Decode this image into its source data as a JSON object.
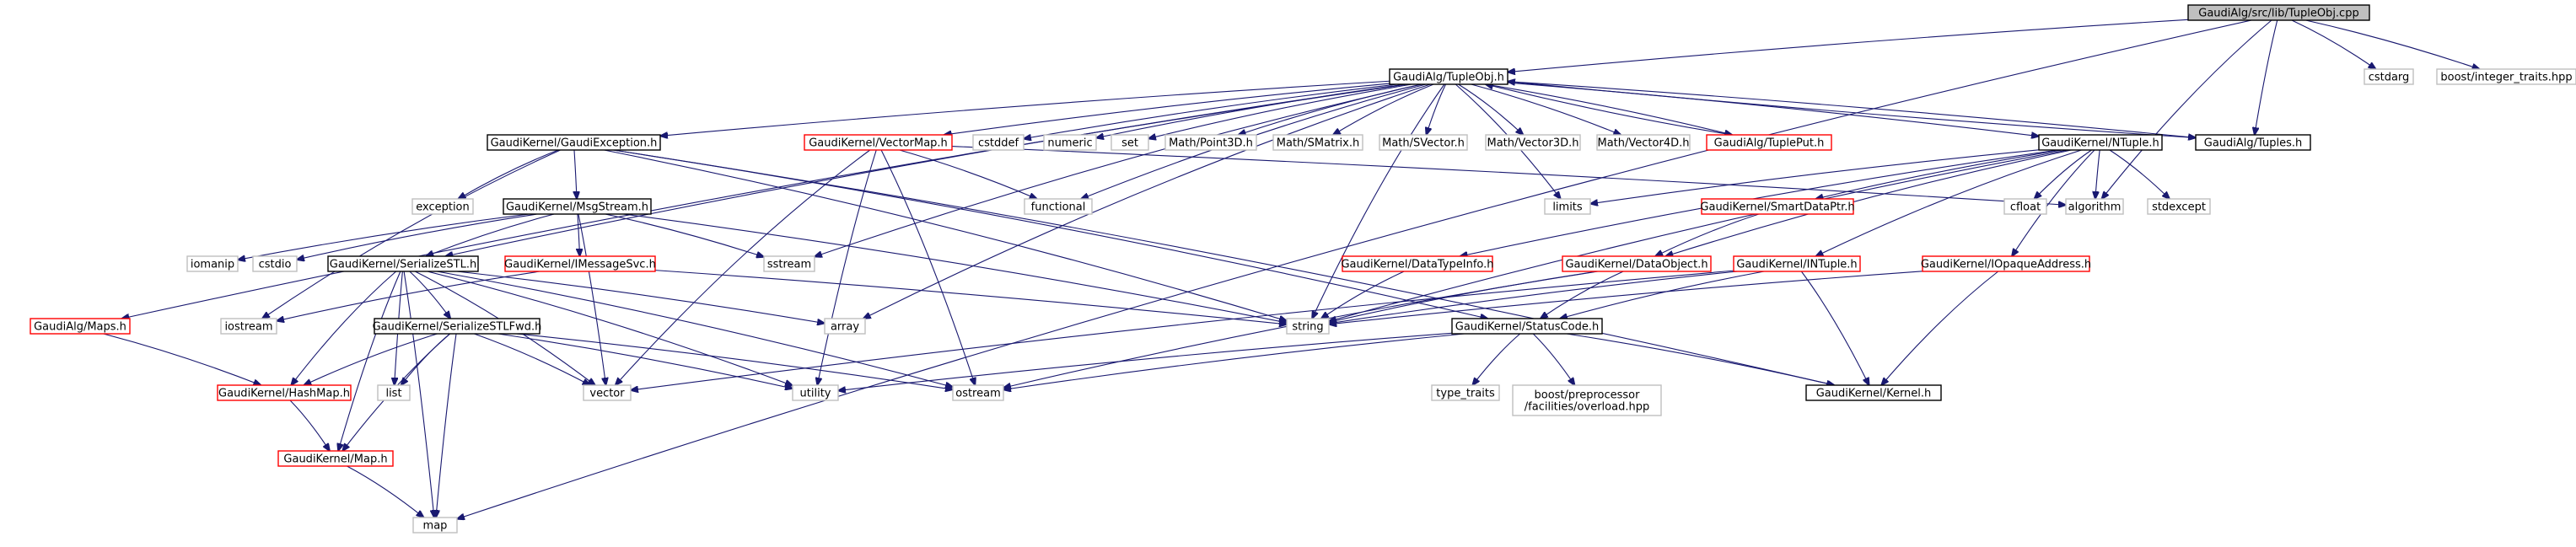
{
  "colors": {
    "root_fill": "#bfbfbf",
    "root_stroke": "#000000",
    "doc_stroke": "#000000",
    "undoc_stroke": "#ff0000",
    "system_stroke": "#bfbfbf",
    "edge": "#191970"
  },
  "nodes": [
    {
      "id": "root",
      "label": "GaudiAlg/src/lib/TupleObj.cpp",
      "kind": "root"
    },
    {
      "id": "tupleobj",
      "label": "GaudiAlg/TupleObj.h",
      "kind": "doc"
    },
    {
      "id": "cstdarg",
      "label": "cstdarg",
      "kind": "system"
    },
    {
      "id": "inttraits",
      "label": "boost/integer_traits.hpp",
      "kind": "system"
    },
    {
      "id": "gexc",
      "label": "GaudiKernel/GaudiException.h",
      "kind": "doc"
    },
    {
      "id": "vmap",
      "label": "GaudiKernel/VectorMap.h",
      "kind": "undoc"
    },
    {
      "id": "cstddef",
      "label": "cstddef",
      "kind": "system"
    },
    {
      "id": "numeric",
      "label": "numeric",
      "kind": "system"
    },
    {
      "id": "set",
      "label": "set",
      "kind": "system"
    },
    {
      "id": "p3d",
      "label": "Math/Point3D.h",
      "kind": "system"
    },
    {
      "id": "smat",
      "label": "Math/SMatrix.h",
      "kind": "system"
    },
    {
      "id": "svec",
      "label": "Math/SVector.h",
      "kind": "system"
    },
    {
      "id": "v3d",
      "label": "Math/Vector3D.h",
      "kind": "system"
    },
    {
      "id": "v4d",
      "label": "Math/Vector4D.h",
      "kind": "system"
    },
    {
      "id": "tput",
      "label": "GaudiAlg/TuplePut.h",
      "kind": "undoc"
    },
    {
      "id": "ntuple",
      "label": "GaudiKernel/NTuple.h",
      "kind": "doc"
    },
    {
      "id": "tuples",
      "label": "GaudiAlg/Tuples.h",
      "kind": "doc"
    },
    {
      "id": "exception",
      "label": "exception",
      "kind": "system"
    },
    {
      "id": "msgstream",
      "label": "GaudiKernel/MsgStream.h",
      "kind": "doc"
    },
    {
      "id": "functional",
      "label": "functional",
      "kind": "system"
    },
    {
      "id": "limits",
      "label": "limits",
      "kind": "system"
    },
    {
      "id": "sdp",
      "label": "GaudiKernel/SmartDataPtr.h",
      "kind": "undoc"
    },
    {
      "id": "cfloat",
      "label": "cfloat",
      "kind": "system"
    },
    {
      "id": "algorithm",
      "label": "algorithm",
      "kind": "system"
    },
    {
      "id": "stdexcept",
      "label": "stdexcept",
      "kind": "system"
    },
    {
      "id": "iomanip",
      "label": "iomanip",
      "kind": "system"
    },
    {
      "id": "cstdio",
      "label": "cstdio",
      "kind": "system"
    },
    {
      "id": "sstream",
      "label": "sstream",
      "kind": "system"
    },
    {
      "id": "serstl",
      "label": "GaudiKernel/SerializeSTL.h",
      "kind": "doc"
    },
    {
      "id": "imsg",
      "label": "GaudiKernel/IMessageSvc.h",
      "kind": "undoc"
    },
    {
      "id": "dti",
      "label": "GaudiKernel/DataTypeInfo.h",
      "kind": "undoc"
    },
    {
      "id": "dobj",
      "label": "GaudiKernel/DataObject.h",
      "kind": "undoc"
    },
    {
      "id": "intuple",
      "label": "GaudiKernel/INTuple.h",
      "kind": "undoc"
    },
    {
      "id": "iopaque",
      "label": "GaudiKernel/IOpaqueAddress.h",
      "kind": "undoc"
    },
    {
      "id": "maps",
      "label": "GaudiAlg/Maps.h",
      "kind": "undoc"
    },
    {
      "id": "iostream",
      "label": "iostream",
      "kind": "system"
    },
    {
      "id": "array",
      "label": "array",
      "kind": "system"
    },
    {
      "id": "string",
      "label": "string",
      "kind": "system"
    },
    {
      "id": "serfwd",
      "label": "GaudiKernel/SerializeSTLFwd.h",
      "kind": "doc"
    },
    {
      "id": "statuscode",
      "label": "GaudiKernel/StatusCode.h",
      "kind": "doc"
    },
    {
      "id": "hashmap",
      "label": "GaudiKernel/HashMap.h",
      "kind": "undoc"
    },
    {
      "id": "list",
      "label": "list",
      "kind": "system"
    },
    {
      "id": "vector",
      "label": "vector",
      "kind": "system"
    },
    {
      "id": "utility",
      "label": "utility",
      "kind": "system"
    },
    {
      "id": "ostream",
      "label": "ostream",
      "kind": "system"
    },
    {
      "id": "typetraits",
      "label": "type_traits",
      "kind": "system"
    },
    {
      "id": "overload",
      "label": "boost/preprocessor\n/facilities/overload.hpp",
      "kind": "system"
    },
    {
      "id": "kernel",
      "label": "GaudiKernel/Kernel.h",
      "kind": "doc"
    },
    {
      "id": "gkmap",
      "label": "GaudiKernel/Map.h",
      "kind": "undoc"
    },
    {
      "id": "map",
      "label": "map",
      "kind": "system"
    }
  ],
  "edges": [
    [
      "root",
      "tupleobj"
    ],
    [
      "root",
      "cstdarg"
    ],
    [
      "root",
      "inttraits"
    ],
    [
      "root",
      "tuples"
    ],
    [
      "root",
      "algorithm"
    ],
    [
      "root",
      "map"
    ],
    [
      "tupleobj",
      "gexc"
    ],
    [
      "tupleobj",
      "vmap"
    ],
    [
      "tupleobj",
      "cstddef"
    ],
    [
      "tupleobj",
      "numeric"
    ],
    [
      "tupleobj",
      "set"
    ],
    [
      "tupleobj",
      "p3d"
    ],
    [
      "tupleobj",
      "smat"
    ],
    [
      "tupleobj",
      "svec"
    ],
    [
      "tupleobj",
      "v3d"
    ],
    [
      "tupleobj",
      "v4d"
    ],
    [
      "tupleobj",
      "tput"
    ],
    [
      "tupleobj",
      "ntuple"
    ],
    [
      "tupleobj",
      "tuples"
    ],
    [
      "tupleobj",
      "maps"
    ],
    [
      "tupleobj",
      "string"
    ],
    [
      "tupleobj",
      "limits"
    ],
    [
      "tupleobj",
      "functional"
    ],
    [
      "tupleobj",
      "sstream"
    ],
    [
      "tupleobj",
      "array"
    ],
    [
      "tupleobj",
      "serstl"
    ],
    [
      "tput",
      "tupleobj"
    ],
    [
      "tuples",
      "tupleobj"
    ],
    [
      "gexc",
      "exception"
    ],
    [
      "gexc",
      "msgstream"
    ],
    [
      "gexc",
      "iostream"
    ],
    [
      "gexc",
      "string"
    ],
    [
      "gexc",
      "statuscode"
    ],
    [
      "gexc",
      "kernel"
    ],
    [
      "vmap",
      "functional"
    ],
    [
      "vmap",
      "vector"
    ],
    [
      "vmap",
      "utility"
    ],
    [
      "vmap",
      "ostream"
    ],
    [
      "vmap",
      "algorithm"
    ],
    [
      "msgstream",
      "iomanip"
    ],
    [
      "msgstream",
      "cstdio"
    ],
    [
      "msgstream",
      "sstream"
    ],
    [
      "msgstream",
      "serstl"
    ],
    [
      "msgstream",
      "imsg"
    ],
    [
      "msgstream",
      "string"
    ],
    [
      "msgstream",
      "vector"
    ],
    [
      "ntuple",
      "limits"
    ],
    [
      "ntuple",
      "cfloat"
    ],
    [
      "ntuple",
      "algorithm"
    ],
    [
      "ntuple",
      "stdexcept"
    ],
    [
      "ntuple",
      "sdp"
    ],
    [
      "ntuple",
      "dobj"
    ],
    [
      "ntuple",
      "intuple"
    ],
    [
      "ntuple",
      "iopaque"
    ],
    [
      "ntuple",
      "dti"
    ],
    [
      "ntuple",
      "string"
    ],
    [
      "sdp",
      "dobj"
    ],
    [
      "serstl",
      "serfwd"
    ],
    [
      "serstl",
      "hashmap"
    ],
    [
      "serstl",
      "gkmap"
    ],
    [
      "serstl",
      "array"
    ],
    [
      "serstl",
      "list"
    ],
    [
      "serstl",
      "vector"
    ],
    [
      "serstl",
      "utility"
    ],
    [
      "serstl",
      "ostream"
    ],
    [
      "serstl",
      "map"
    ],
    [
      "imsg",
      "iostream"
    ],
    [
      "imsg",
      "string"
    ],
    [
      "dti",
      "string"
    ],
    [
      "dobj",
      "string"
    ],
    [
      "dobj",
      "statuscode"
    ],
    [
      "dobj",
      "ostream"
    ],
    [
      "intuple",
      "string"
    ],
    [
      "intuple",
      "statuscode"
    ],
    [
      "intuple",
      "kernel"
    ],
    [
      "intuple",
      "vector"
    ],
    [
      "iopaque",
      "string"
    ],
    [
      "iopaque",
      "kernel"
    ],
    [
      "maps",
      "hashmap"
    ],
    [
      "serfwd",
      "hashmap"
    ],
    [
      "serfwd",
      "gkmap"
    ],
    [
      "serfwd",
      "list"
    ],
    [
      "serfwd",
      "vector"
    ],
    [
      "serfwd",
      "utility"
    ],
    [
      "serfwd",
      "ostream"
    ],
    [
      "serfwd",
      "map"
    ],
    [
      "statuscode",
      "typetraits"
    ],
    [
      "statuscode",
      "overload"
    ],
    [
      "statuscode",
      "kernel"
    ],
    [
      "statuscode",
      "ostream"
    ],
    [
      "statuscode",
      "utility"
    ],
    [
      "hashmap",
      "gkmap"
    ],
    [
      "gkmap",
      "map"
    ]
  ]
}
